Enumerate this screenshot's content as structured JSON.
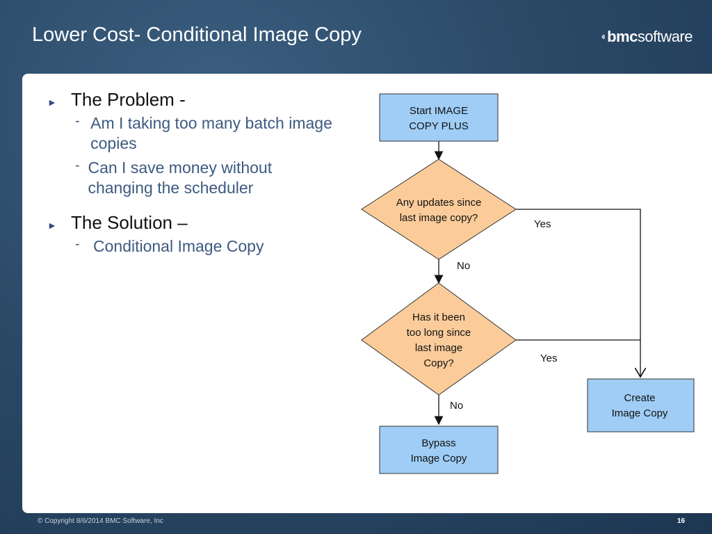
{
  "header": {
    "title": "Lower Cost- Conditional Image Copy",
    "logo_bold": "bmc",
    "logo_light": "software"
  },
  "bullets": [
    {
      "text": "The Problem -",
      "children": [
        "Am I taking too many batch image copies",
        "Can I save money without changing the scheduler"
      ]
    },
    {
      "text": "The Solution –",
      "children": [
        "Conditional Image Copy"
      ]
    }
  ],
  "flowchart": {
    "start": [
      "Start IMAGE",
      "COPY PLUS"
    ],
    "decision1": [
      "Any updates since",
      "last image copy?"
    ],
    "decision2": [
      "Has it been",
      "too long since",
      "last image",
      "Copy?"
    ],
    "create": [
      "Create",
      "Image Copy"
    ],
    "bypass": [
      "Bypass",
      "Image Copy"
    ],
    "yes1": "Yes",
    "no1": "No",
    "yes2": "Yes",
    "no2": "No",
    "colors": {
      "box_fill": "#9fcdf5",
      "diamond_fill": "#fbcc9a",
      "stroke": "#333333"
    }
  },
  "footer": {
    "copyright": "© Copyright 8/6/2014 BMC Software, Inc",
    "page_number": "16"
  }
}
